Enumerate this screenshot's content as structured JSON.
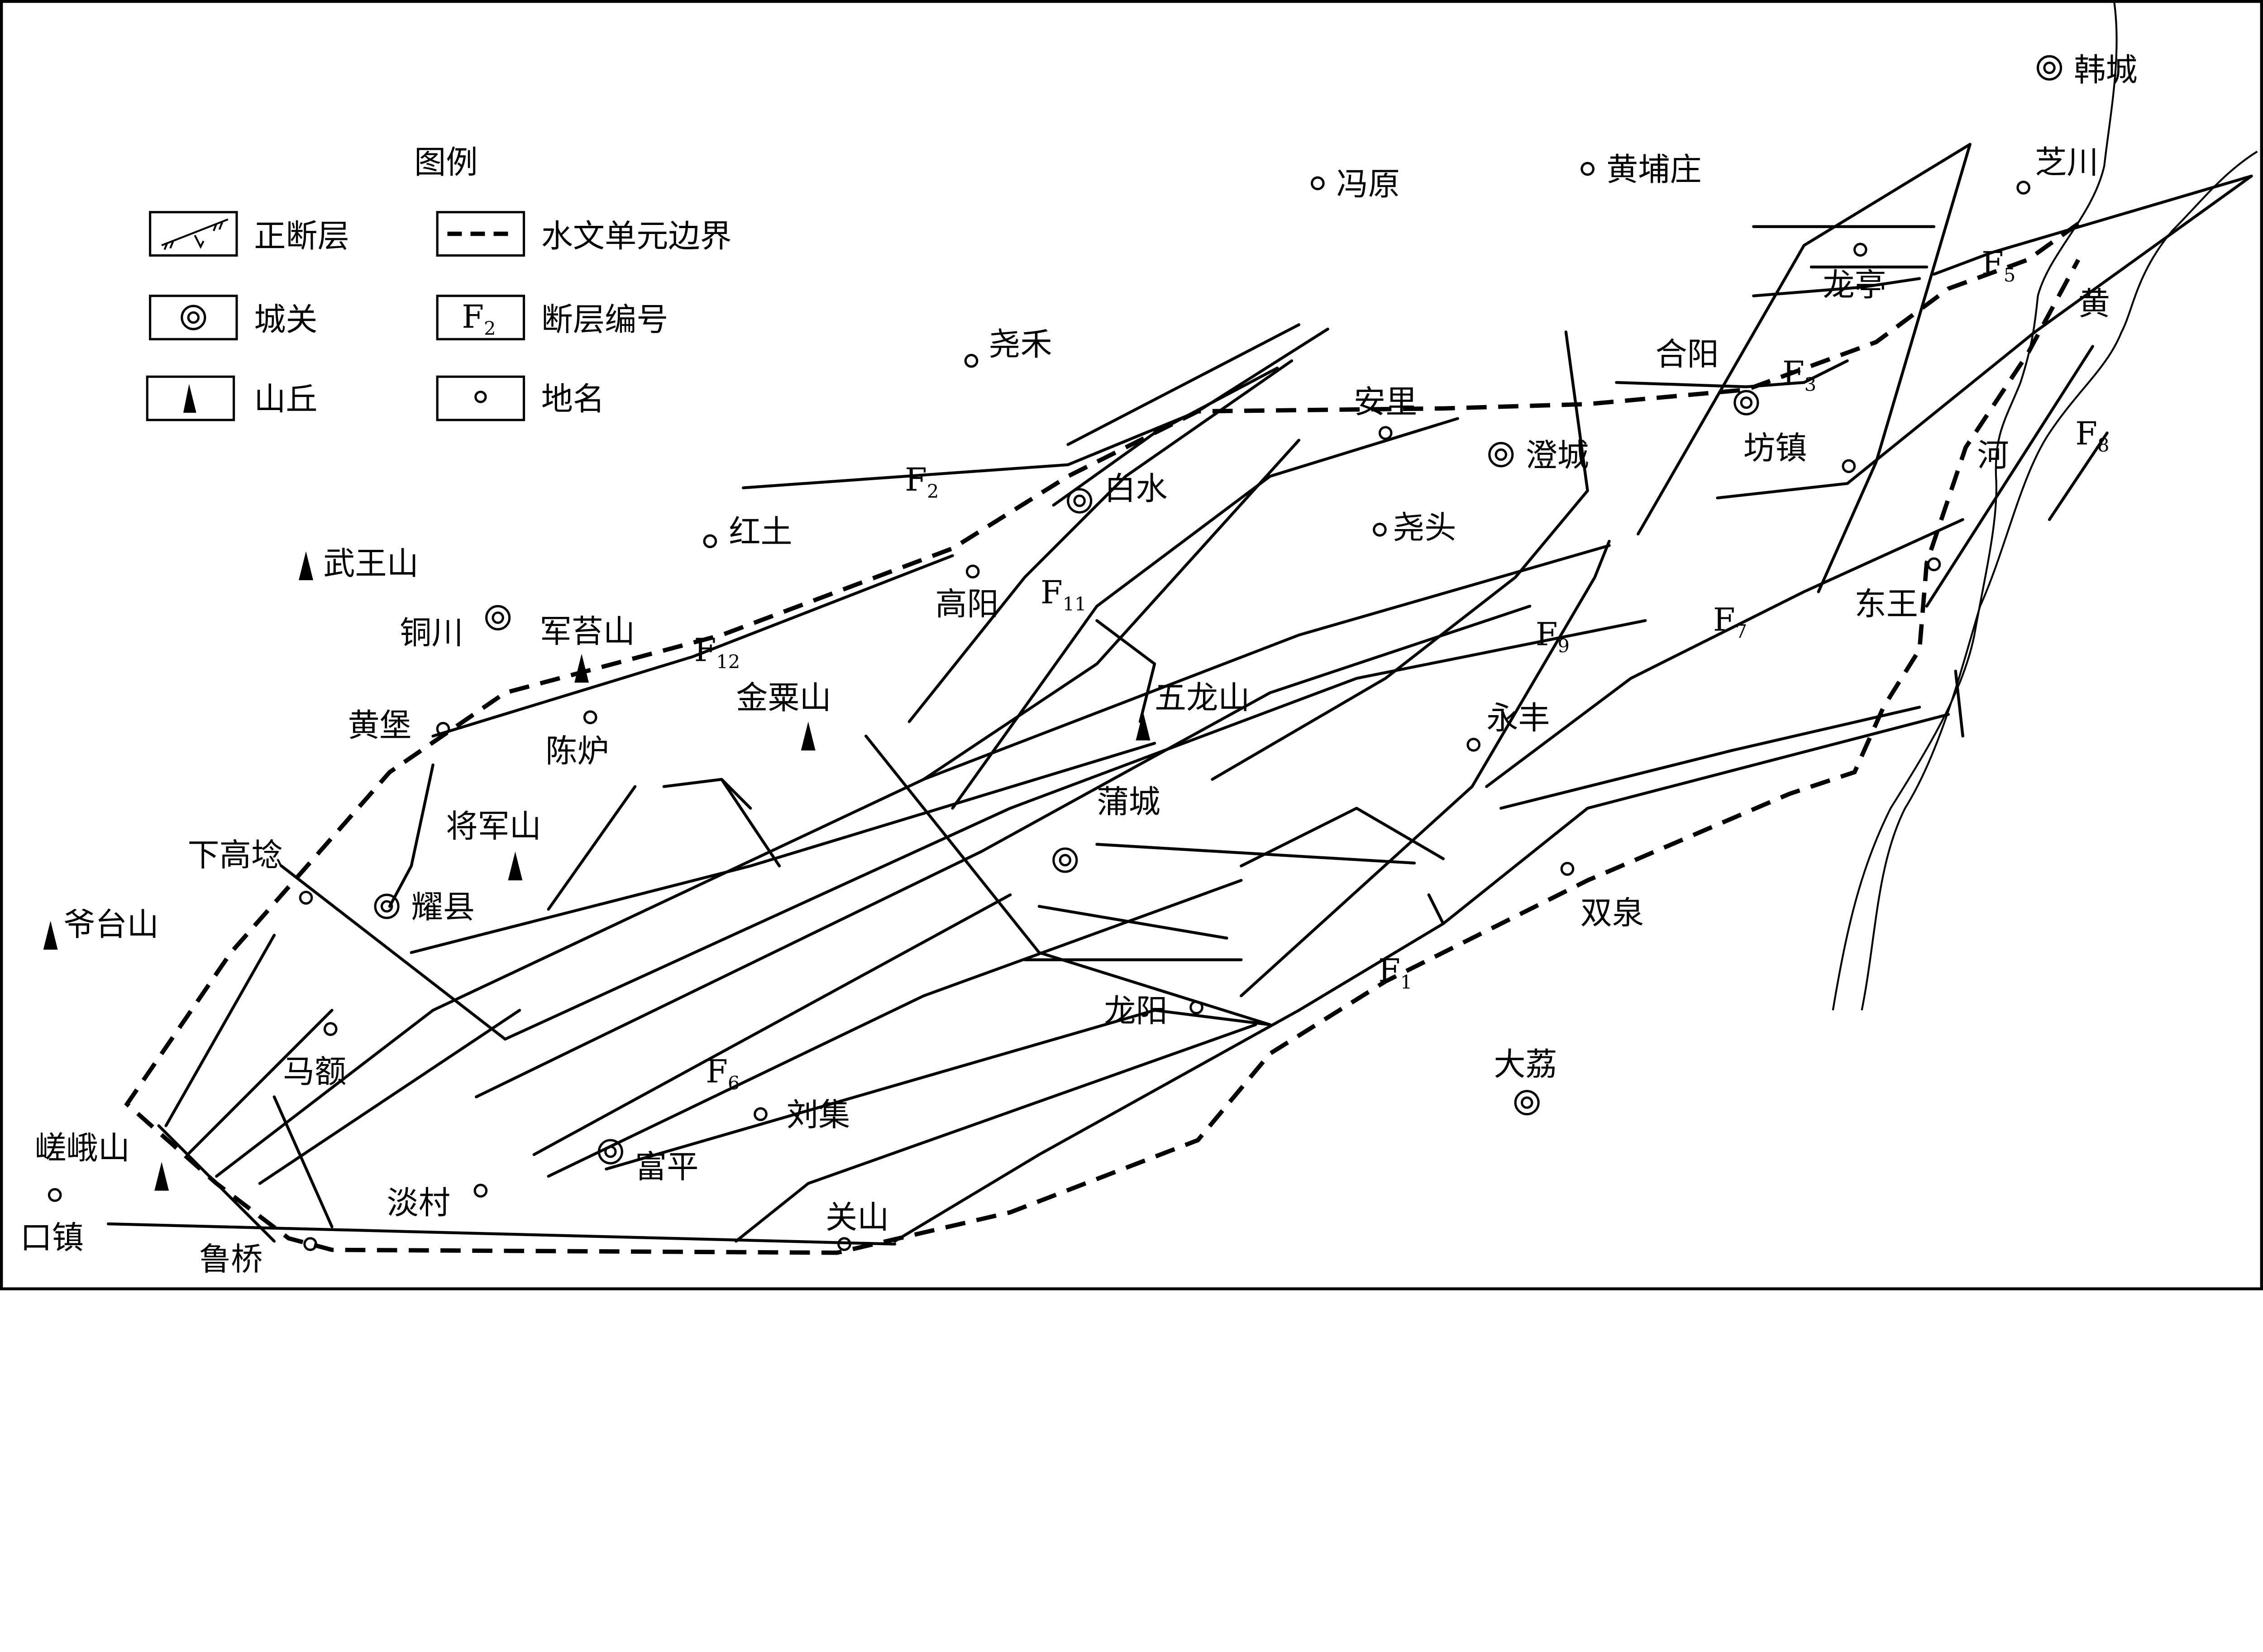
{
  "legend": {
    "title": "图例",
    "items": [
      {
        "symbol": "normal-fault",
        "label": "正断层"
      },
      {
        "symbol": "dashed-line",
        "label": "水文单元边界"
      },
      {
        "symbol": "double-circle",
        "label": "城关"
      },
      {
        "symbol": "fault-number",
        "sample": {
          "letter": "F",
          "sub": "2"
        },
        "label": "断层编号"
      },
      {
        "symbol": "triangle",
        "label": "山丘"
      },
      {
        "symbol": "small-circle",
        "label": "地名"
      }
    ]
  },
  "cities": [
    "韩城",
    "白水",
    "铜川",
    "澄城",
    "合阳",
    "蒲城",
    "耀县",
    "富平",
    "大荔"
  ],
  "places": [
    "冯原",
    "黄埔庄",
    "芝川",
    "龙亭",
    "尧禾",
    "安里",
    "坊镇",
    "红土",
    "尧头",
    "高阳",
    "东王",
    "黄堡",
    "陈炉",
    "永丰",
    "下高埝",
    "马额",
    "刘集",
    "淡村",
    "关山",
    "鲁桥",
    "口镇",
    "双泉",
    "龙阳"
  ],
  "mountains": [
    "武王山",
    "军苔山",
    "金粟山",
    "五龙山",
    "将军山",
    "爷台山",
    "嵯峨山"
  ],
  "river": [
    "黄",
    "河"
  ],
  "faults": [
    {
      "letter": "F",
      "sub": "1"
    },
    {
      "letter": "F",
      "sub": "2"
    },
    {
      "letter": "F",
      "sub": "3"
    },
    {
      "letter": "F",
      "sub": "5"
    },
    {
      "letter": "F",
      "sub": "6"
    },
    {
      "letter": "F",
      "sub": "7"
    },
    {
      "letter": "F",
      "sub": "8"
    },
    {
      "letter": "F",
      "sub": "9"
    },
    {
      "letter": "F",
      "sub": "11"
    },
    {
      "letter": "F",
      "sub": "12"
    }
  ]
}
